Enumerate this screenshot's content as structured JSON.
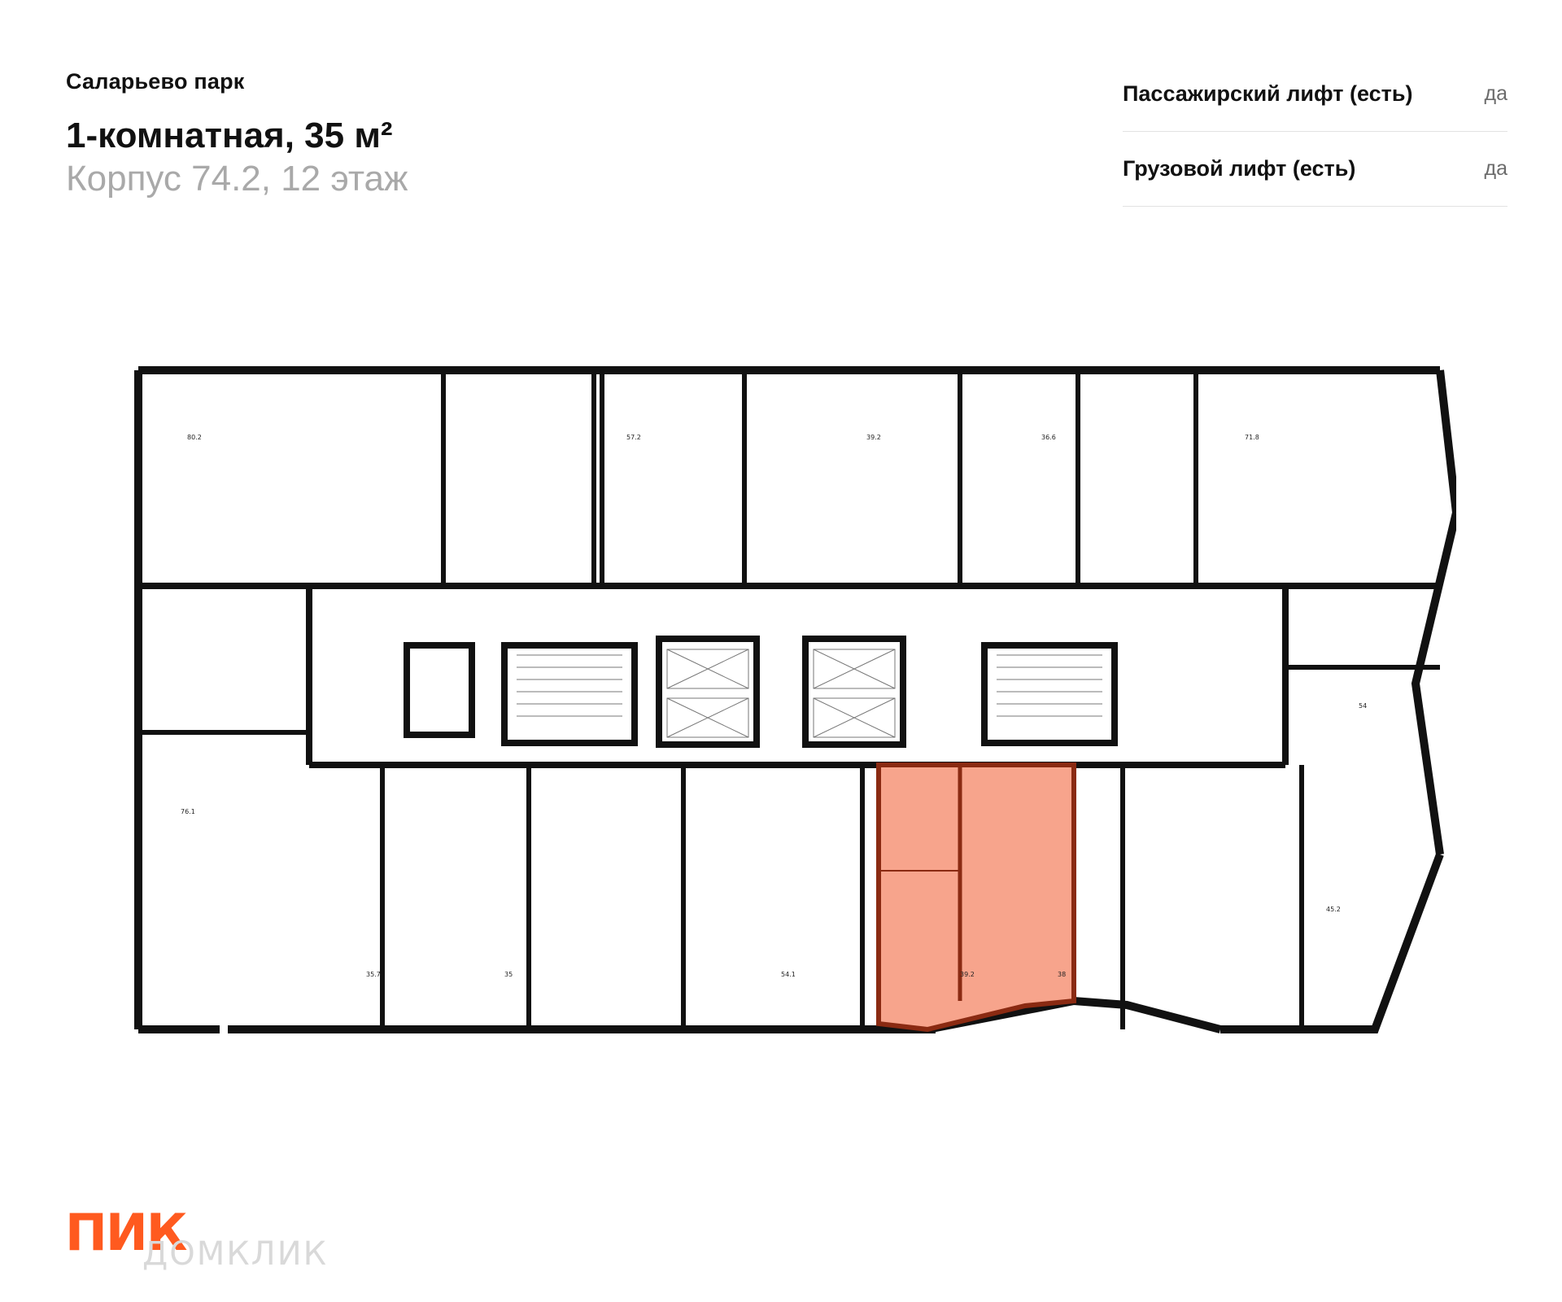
{
  "header": {
    "complex_name": "Саларьево парк",
    "apartment_title": "1-комнатная, 35 м²",
    "apartment_location": "Корпус 74.2, 12 этаж"
  },
  "features": [
    {
      "name": "Пассажирский лифт (есть)",
      "value": "да"
    },
    {
      "name": "Грузовой лифт (есть)",
      "value": "да"
    }
  ],
  "floor_plan": {
    "highlight_color": "#f7a48c",
    "highlight_border_color": "#8a2a12",
    "areas": [
      "80.2",
      "57.2",
      "39.2",
      "36.6",
      "71.8",
      "54",
      "76.1",
      "45.2",
      "35.7",
      "35",
      "54.1",
      "39.2",
      "38"
    ]
  },
  "logo": {
    "brand": "ПИК",
    "watermark": "ДОМКЛИК",
    "brand_color": "#ff5a1f"
  }
}
